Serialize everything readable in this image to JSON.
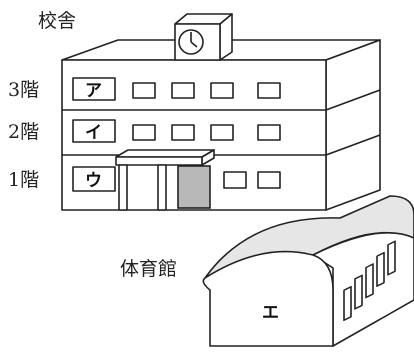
{
  "labels": {
    "school": "校舎",
    "gym": "体育館",
    "floor3": "3階",
    "floor2": "2階",
    "floor1": "1階",
    "room_a": "ア",
    "room_i": "イ",
    "room_u": "ウ",
    "gym_mark": "エ"
  },
  "colors": {
    "stroke": "#222222",
    "entrance_shade": "#b8b8b8",
    "gym_roof": "#e6e6e6",
    "background": "#ffffff"
  },
  "icons": {
    "clock": "clock-icon"
  }
}
